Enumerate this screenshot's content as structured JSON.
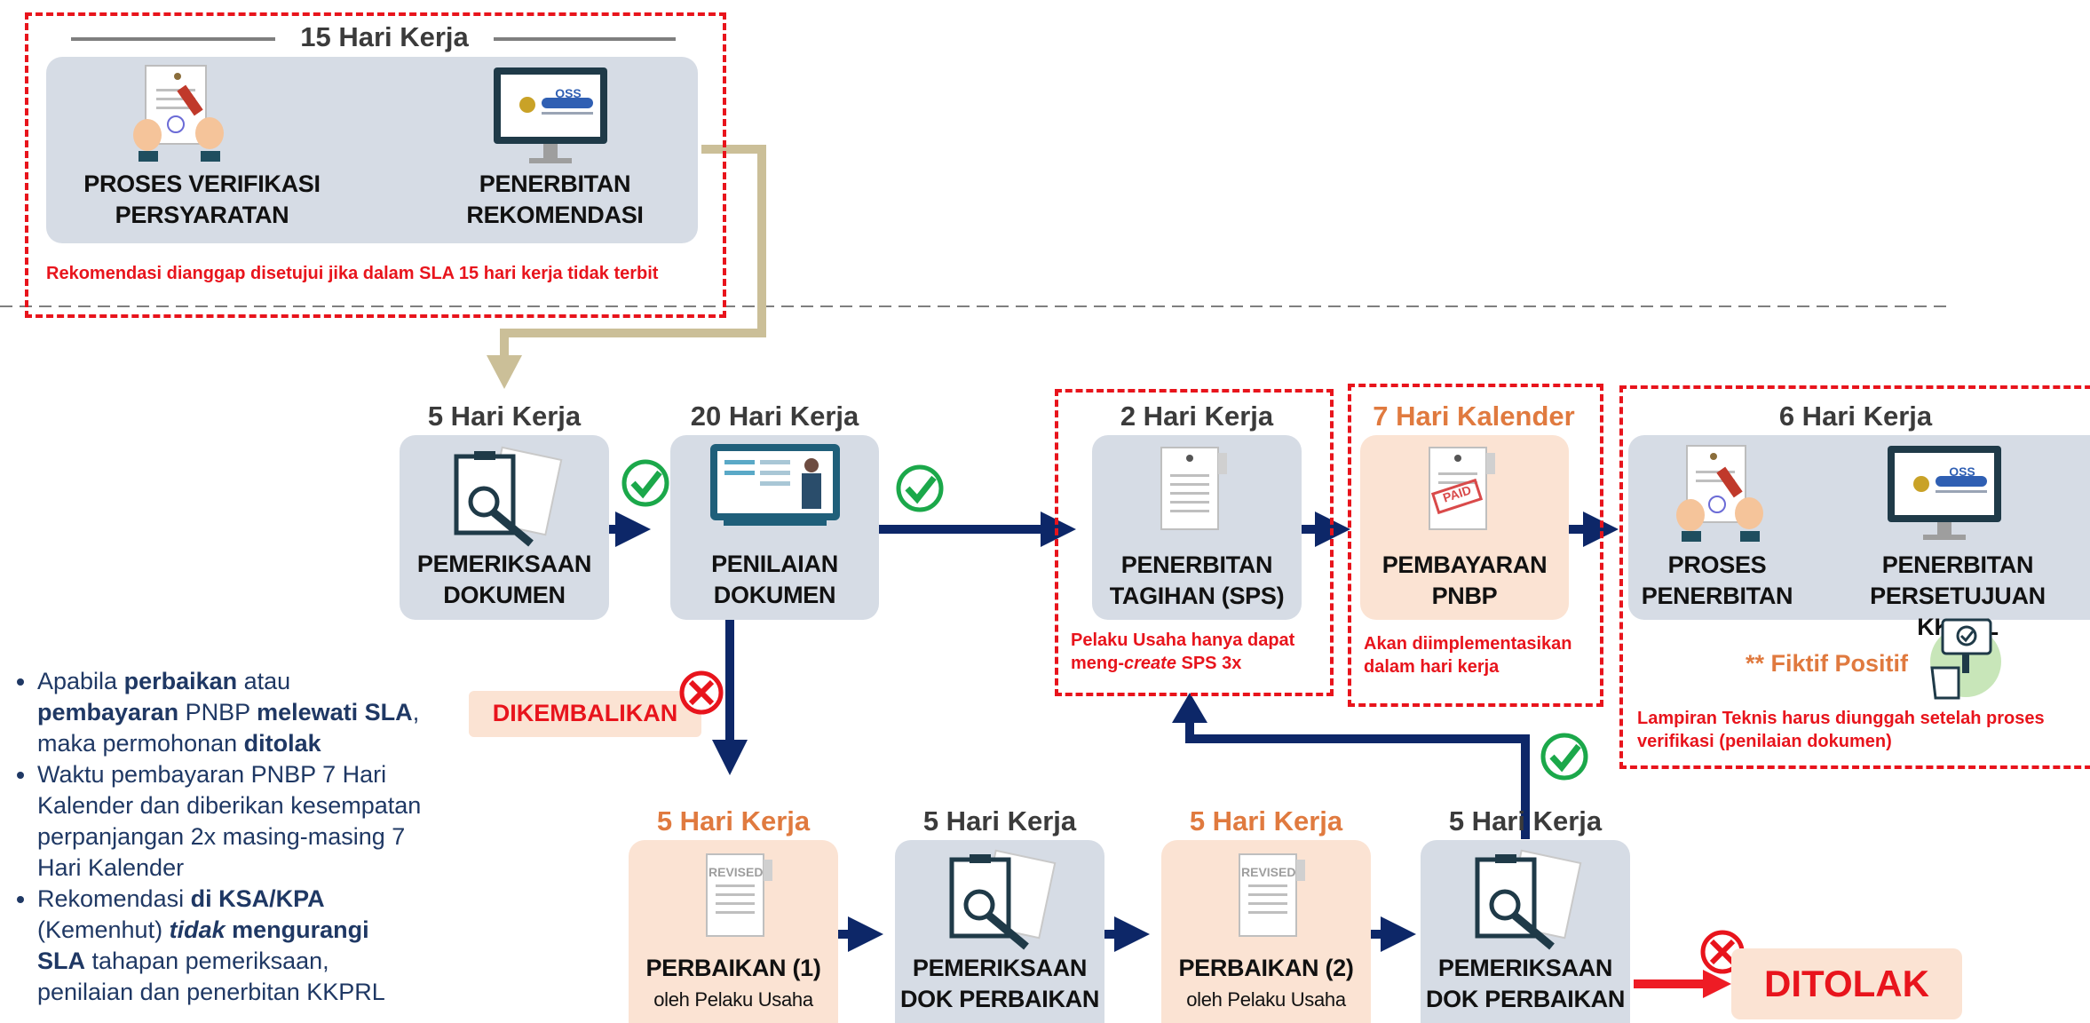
{
  "colors": {
    "navy": "#0d2768",
    "red": "#e8141c",
    "orange": "#e07a3f",
    "gray_box": "#d6dce5",
    "peach_box": "#fbe3d3",
    "khaki": "#cbbf98",
    "green": "#1ba84a"
  },
  "top": {
    "header": "15 Hari Kerja",
    "step1": {
      "line1": "PROSES VERIFIKASI",
      "line2": "PERSYARATAN"
    },
    "step2": {
      "line1": "PENERBITAN",
      "line2": "REKOMENDASI"
    },
    "note": "Rekomendasi dianggap disetujui jika dalam SLA 15 hari kerja tidak terbit",
    "oss_logo": "OSS"
  },
  "row1": {
    "pemeriksaan": {
      "header": "5 Hari Kerja",
      "line1": "PEMERIKSAAN",
      "line2": "DOKUMEN"
    },
    "penilaian": {
      "header": "20 Hari Kerja",
      "line1": "PENILAIAN",
      "line2": "DOKUMEN"
    },
    "tagihan": {
      "header": "2 Hari Kerja",
      "line1": "PENERBITAN",
      "line2": "TAGIHAN (SPS)",
      "note_a": "Pelaku Usaha hanya dapat",
      "note_b": "meng-",
      "note_c": "create",
      "note_d": " SPS 3x"
    },
    "pembayaran": {
      "header": "7 Hari Kalender",
      "line1": "PEMBAYARAN",
      "line2": "PNBP",
      "stamp": "PAID",
      "note_a": "Akan diimplementasikan",
      "note_b": "dalam hari kerja"
    },
    "penerbitan": {
      "header": "6 Hari Kerja",
      "s1_line1": "PROSES",
      "s1_line2": "PENERBITAN",
      "s2_line1": "PENERBITAN",
      "s2_line2": "PERSETUJUAN KKPRL",
      "oss_logo": "OSS",
      "fiktif": "** Fiktif Positif",
      "note_a": "Lampiran Teknis harus diunggah setelah proses",
      "note_b": "verifikasi (penilaian dokumen)"
    }
  },
  "dikembalikan": "DIKEMBALIKAN",
  "row2": {
    "perbaikan1": {
      "header": "5 Hari Kerja",
      "line1": "PERBAIKAN (1)",
      "line2": "oleh Pelaku Usaha",
      "stamp": "REVISED"
    },
    "pemeriksaan1": {
      "header": "5 Hari Kerja",
      "line1": "PEMERIKSAAN",
      "line2": "DOK PERBAIKAN"
    },
    "perbaikan2": {
      "header": "5 Hari Kerja",
      "line1": "PERBAIKAN (2)",
      "line2": "oleh Pelaku Usaha",
      "stamp": "REVISED"
    },
    "pemeriksaan2": {
      "header": "5 Hari Kerja",
      "line1": "PEMERIKSAAN",
      "line2": "DOK PERBAIKAN"
    }
  },
  "ditolak": "DITOLAK",
  "bullets": {
    "b1": {
      "t1": "Apabila ",
      "t2": "perbaikan",
      "t3": " atau ",
      "t4": "pembayaran",
      "t5": " PNBP ",
      "t6": "melewati SLA",
      "t7": ", maka permohonan ",
      "t8": "ditolak"
    },
    "b2": {
      "t1": "Waktu pembayaran PNBP 7 Hari Kalender dan diberikan kesempatan perpanjangan 2x masing-masing 7 Hari Kalender"
    },
    "b3": {
      "t1": "Rekomendasi ",
      "t2": "di KSA/KPA",
      "t3": " (Kemenhut) ",
      "t4": "tidak",
      "t5": " mengurangi SLA",
      "t6": " tahapan pemeriksaan, penilaian dan penerbitan KKPRL"
    }
  }
}
